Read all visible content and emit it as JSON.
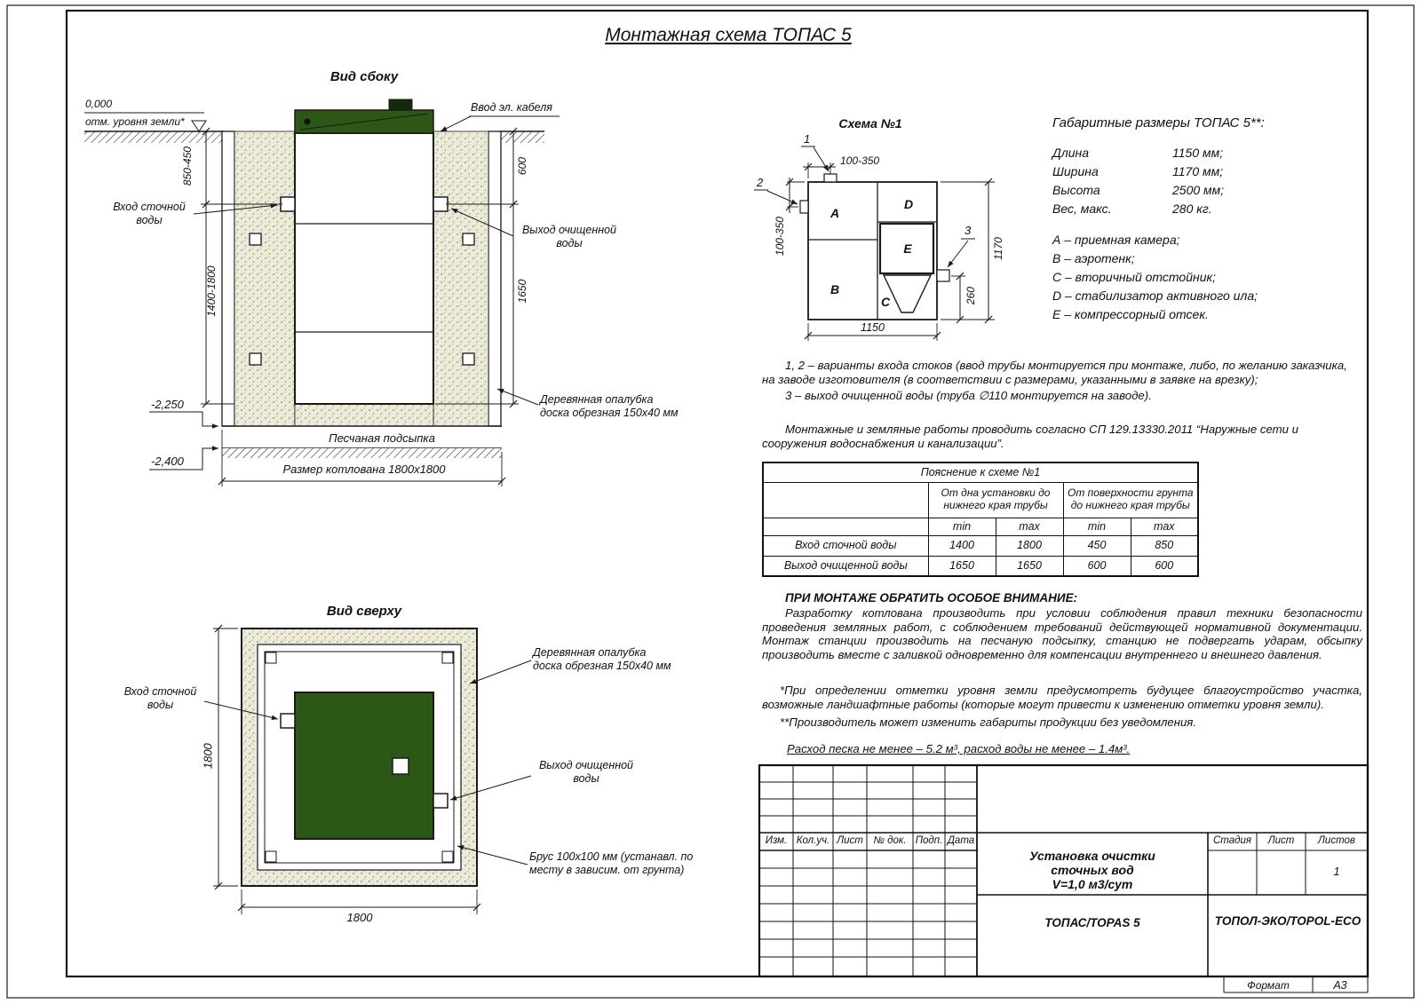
{
  "colors": {
    "green": "#2d5716",
    "sand": "#ecead8",
    "line": "#1a1a1a"
  },
  "page": {
    "title": "Монтажная схема ТОПАС 5",
    "format_label": "Формат",
    "format_value": "А3"
  },
  "side_view": {
    "title": "Вид сбоку",
    "zero_mark": "0,000",
    "ground_mark": "отм. уровня земли*",
    "cable_label": "Ввод эл. кабеля",
    "inlet_label": "Вход сточной\nводы",
    "outlet_label": "Выход очищенной\nводы",
    "formwork_label": "Деревянная опалубка\nдоска обрезная 150х40 мм",
    "sand_label": "Песчаная подсыпка",
    "pit_label": "Размер котлована 1800х1800",
    "level_minus_2250": "-2,250",
    "level_minus_2400": "-2,400",
    "dim_depth_upper": "850-450",
    "dim_depth_lower": "1400-1800",
    "dim_outlet_depth": "600",
    "dim_outlet_lower": "1650"
  },
  "top_view": {
    "title": "Вид сверху",
    "inlet_label": "Вход сточной\nводы",
    "formwork_label": "Деревянная опалубка\nдоска обрезная 150х40 мм",
    "outlet_label": "Выход очищенной\nводы",
    "beam_label": "Брус 100х100 мм (устанавл. по\nместу в зависим. от грунта)",
    "dim_side": "1800",
    "dim_bottom": "1800"
  },
  "scheme": {
    "title": "Схема №1",
    "marker_1": "1",
    "marker_2": "2",
    "marker_3": "3",
    "comp_a": "A",
    "comp_b": "B",
    "comp_c": "C",
    "comp_d": "D",
    "comp_e": "E",
    "dim_top": "100-350",
    "dim_left": "100-350",
    "dim_height": "1170",
    "dim_width": "1150",
    "dim_outlet": "260"
  },
  "overall": {
    "title": "Габаритные размеры ТОПАС 5**:",
    "rows": [
      {
        "label": "Длина",
        "value": "1150 мм;"
      },
      {
        "label": "Ширина",
        "value": "1170 мм;"
      },
      {
        "label": "Высота",
        "value": "2500 мм;"
      },
      {
        "label": "Вес, макс.",
        "value": "280 кг."
      }
    ]
  },
  "legend": {
    "items": [
      "А – приемная камера;",
      "В – аэротенк;",
      "С – вторичный отстойник;",
      "D – стабилизатор активного ила;",
      "Е – компрессорный отсек."
    ]
  },
  "notes": {
    "variants": "1, 2 – варианты входа  стоков (ввод трубы монтируется при монтаже, либо, по желанию заказчика, на заводе изготовителя (в соответствии с размерами, указанными в заявке на врезку);",
    "outlet": "3 – выход очищенной воды (труба ∅110 монтируется на заводе).",
    "regulations": "Монтажные и земляные работы проводить согласно СП 129.13330.2011 “Наружные сети и сооружения водоснабжения и канализации”."
  },
  "table": {
    "title": "Пояснение к схеме №1",
    "group_1": "От дна установки до\nнижнего края трубы",
    "group_2": "От поверхности грунта\nдо нижнего края трубы",
    "min_1": "min",
    "max_1": "max",
    "min_2": "min",
    "max_2": "max",
    "rows": [
      {
        "label": "Вход сточной воды",
        "v1": "1400",
        "v2": "1800",
        "v3": "450",
        "v4": "850"
      },
      {
        "label": "Выход очищенной воды",
        "v1": "1650",
        "v2": "1650",
        "v3": "600",
        "v4": "600"
      }
    ]
  },
  "attention": {
    "title": "ПРИ МОНТАЖЕ ОБРАТИТЬ ОСОБОЕ ВНИМАНИЕ:",
    "body": "Разработку котлована производить при условии соблюдения правил техники безопасности проведения земляных работ, с соблюдением требований действующей нормативной документации. Монтаж станции производить на песчаную подсыпку, станцию не подвергать ударам, обсыпку производить вместе с заливкой одновременно для компенсации внутреннего и внешнего давления.",
    "footnote_1": "*При определении отметки уровня земли предусмотреть будущее благоустройство участка, возможные ландшафтные работы (которые могут привести к изменению отметки уровня земли).",
    "footnote_2": "**Производитель может изменить габариты продукции без уведомления.",
    "consumption": "Расход песка не менее – 5.2 м³, расход воды не менее – 1.4м³."
  },
  "title_block": {
    "headers": [
      "Изм.",
      "Кол.уч.",
      "Лист",
      "№ док.",
      "Подп.",
      "Дата"
    ],
    "doc_title": "Установка очистки\nсточных вод\nV=1,0 м3/сут",
    "stage_label": "Стадия",
    "sheet_label": "Лист",
    "sheets_label": "Листов",
    "sheets_value": "1",
    "product": "ТОПАС/TOPAS 5",
    "company": "ТОПОЛ-ЭКО/TOPOL-ECO"
  }
}
